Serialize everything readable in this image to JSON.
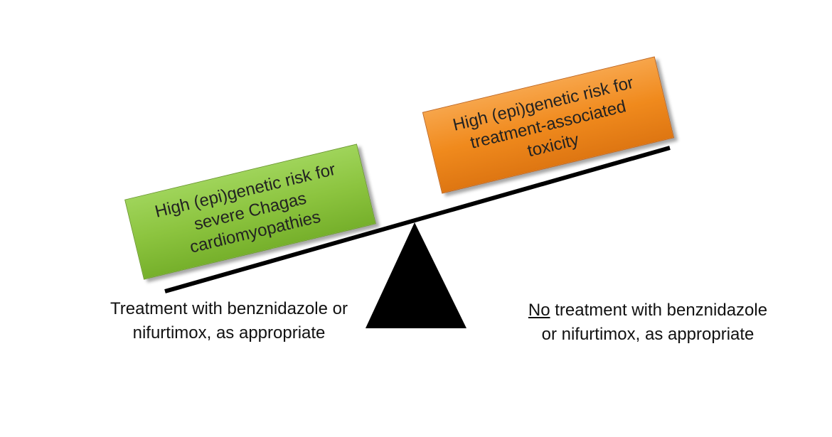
{
  "left_box": {
    "line1": "High (epi)genetic risk for",
    "line2": "severe Chagas",
    "line3": "cardiomyopathies",
    "color": "#8cc43f"
  },
  "right_box": {
    "line1": "High (epi)genetic risk for",
    "line2": "treatment-associated",
    "line3": "toxicity",
    "color": "#f08a1d"
  },
  "left_caption": {
    "line1": "Treatment with benznidazole or",
    "line2": "nifurtimox, as appropriate"
  },
  "right_caption": {
    "line1_underlined": "No",
    "line1_rest": " treatment with benznidazole",
    "line2": "or nifurtimox, as appropriate"
  }
}
